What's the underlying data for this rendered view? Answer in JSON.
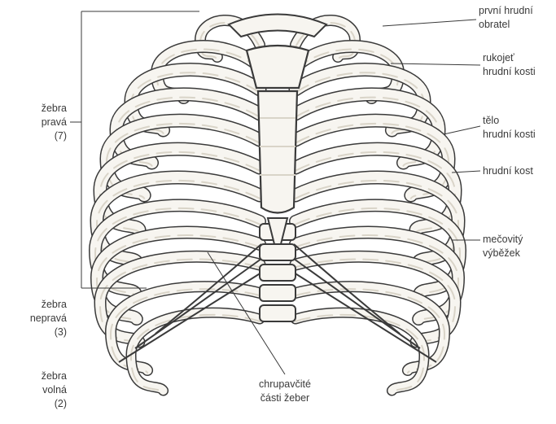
{
  "labels": {
    "first_vertebra": [
      "první hrudní",
      "obratel"
    ],
    "manubrium": [
      "rukojeť",
      "hrudní kosti"
    ],
    "body_sternum": [
      "tělo",
      "hrudní kosti"
    ],
    "sternum": [
      "hrudní kost"
    ],
    "xiphoid": [
      "mečovitý",
      "výběžek"
    ],
    "true_ribs": [
      "žebra",
      "pravá",
      "(7)"
    ],
    "false_ribs": [
      "žebra",
      "nepravá",
      "(3)"
    ],
    "floating_ribs": [
      "žebra",
      "volná",
      "(2)"
    ],
    "costal_cartilage": [
      "chrupavčité",
      "části žeber"
    ]
  },
  "colors": {
    "line": "#3a3a3a",
    "bone_fill": "#f7f5f0",
    "bone_shade": "#d9d4c8"
  }
}
